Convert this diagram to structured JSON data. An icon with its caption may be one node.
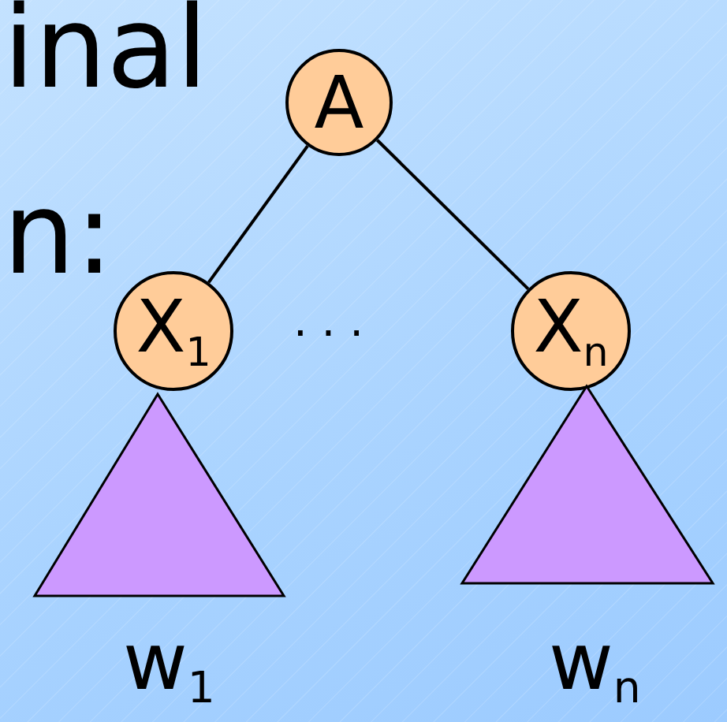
{
  "diagram": {
    "nodes": [
      {
        "text": [
          "A"
        ]
      },
      {
        "text": [
          "X$_{1}$"
        ]
      },
      {
        "text": [
          "X$_{n}$"
        ]
      },
      {
        "text": [],
        "shape": "triangle",
        "beside": [
          "w$_{1}$"
        ]
      },
      {
        "text": [],
        "shape": "triangle",
        "beside": [
          "w$_{n}$"
        ]
      }
    ],
    "edges": [
      {
        "from": 0,
        "to": 1,
        "arrow": "none"
      },
      {
        "from": 0,
        "to": 2,
        "arrow": "none"
      }
    ],
    "labels": [
      "inal",
      "n:",
      "· · ·"
    ]
  }
}
